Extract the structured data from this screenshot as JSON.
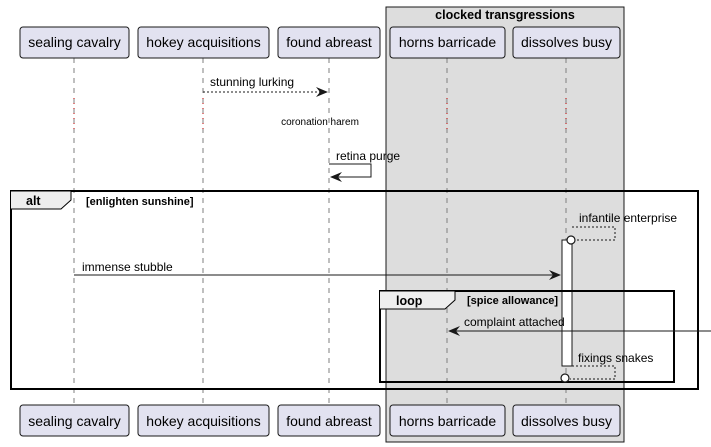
{
  "colors": {
    "participant_fill": "#e2e2f0",
    "participant_stroke": "#181818",
    "box_fill": "#dddddd",
    "lifeline": "#7f7f7f",
    "arrow": "#181818",
    "divider": "#ff0000"
  },
  "box": {
    "title": "clocked transgressions"
  },
  "participants": [
    {
      "id": "sealing",
      "label": "sealing cavalry"
    },
    {
      "id": "hokey",
      "label": "hokey acquisitions"
    },
    {
      "id": "found",
      "label": "found abreast"
    },
    {
      "id": "horns",
      "label": "horns barricade"
    },
    {
      "id": "dissolves",
      "label": "dissolves busy"
    }
  ],
  "messages": {
    "m1": "stunning lurking",
    "note": "coronation harem",
    "m2": "retina purge",
    "m3": "infantile enterprise",
    "m4": "immense stubble",
    "m5": "complaint attached",
    "m6": "fixings snakes"
  },
  "fragments": {
    "alt": {
      "keyword": "alt",
      "guard": "[enlighten sunshine]"
    },
    "loop": {
      "keyword": "loop",
      "guard": "[spice allowance]"
    }
  }
}
